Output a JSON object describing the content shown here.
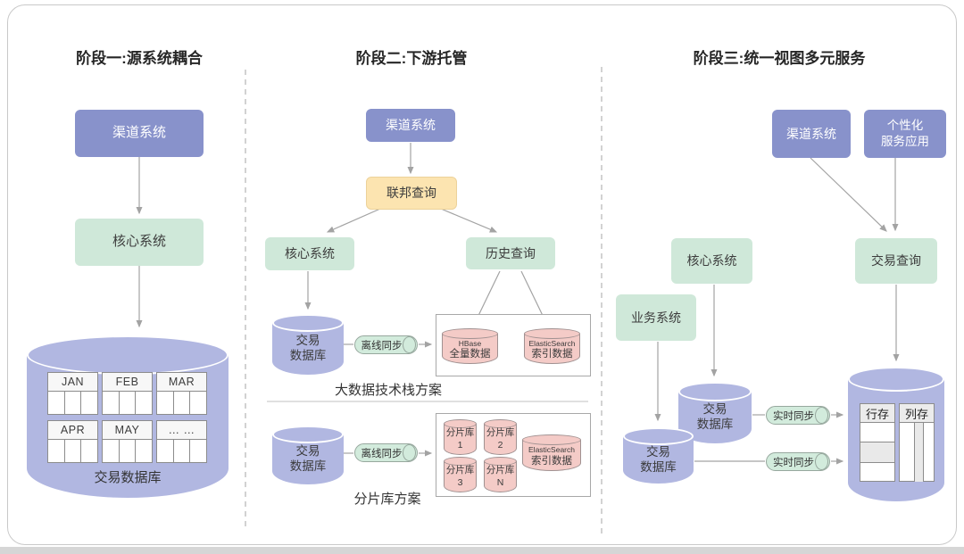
{
  "phases": {
    "p1": {
      "title": "阶段一:源系统耦合",
      "channel": "渠道系统",
      "core": "核心系统",
      "db_label": "交易数据库",
      "months": [
        "JAN",
        "FEB",
        "MAR",
        "APR",
        "MAY",
        "… …"
      ]
    },
    "p2": {
      "title": "阶段二:下游托管",
      "channel": "渠道系统",
      "federation": "联邦查询",
      "core": "核心系统",
      "history": "历史查询",
      "tx_db": "交易\n数据库",
      "tx_db2": "交易\n数据库",
      "offline_sync1": "离线同步",
      "offline_sync2": "离线同步",
      "hbase_name": "HBase",
      "hbase_label": "全量数据",
      "es_name": "ElasticSearch",
      "es_label": "索引数据",
      "bigdata_caption": "大数据技术栈方案",
      "shards": [
        "分片库\n1",
        "分片库\n2",
        "分片库\n3",
        "分片库\nN"
      ],
      "es2_name": "ElasticSearch",
      "es2_label": "索引数据",
      "shard_caption": "分片库方案"
    },
    "p3": {
      "title": "阶段三:统一视图多元服务",
      "channel": "渠道系统",
      "personal": "个性化\n服务应用",
      "core": "核心系统",
      "query": "交易查询",
      "business": "业务系统",
      "tx_db1": "交易\n数据库",
      "tx_db2": "交易\n数据库",
      "realtime_sync1": "实时同步",
      "realtime_sync2": "实时同步",
      "row_store": "行存",
      "col_store": "列存"
    }
  },
  "colors": {
    "purple_box": "#8892cb",
    "green_box": "#cfe8d9",
    "yellow_box": "#fce4b0",
    "purple_cylinder": "#b1b7e1",
    "pink_cylinder": "#f4cbc7",
    "pill_green": "#d2ebdc",
    "arrow_gray": "#a3a3a3"
  }
}
